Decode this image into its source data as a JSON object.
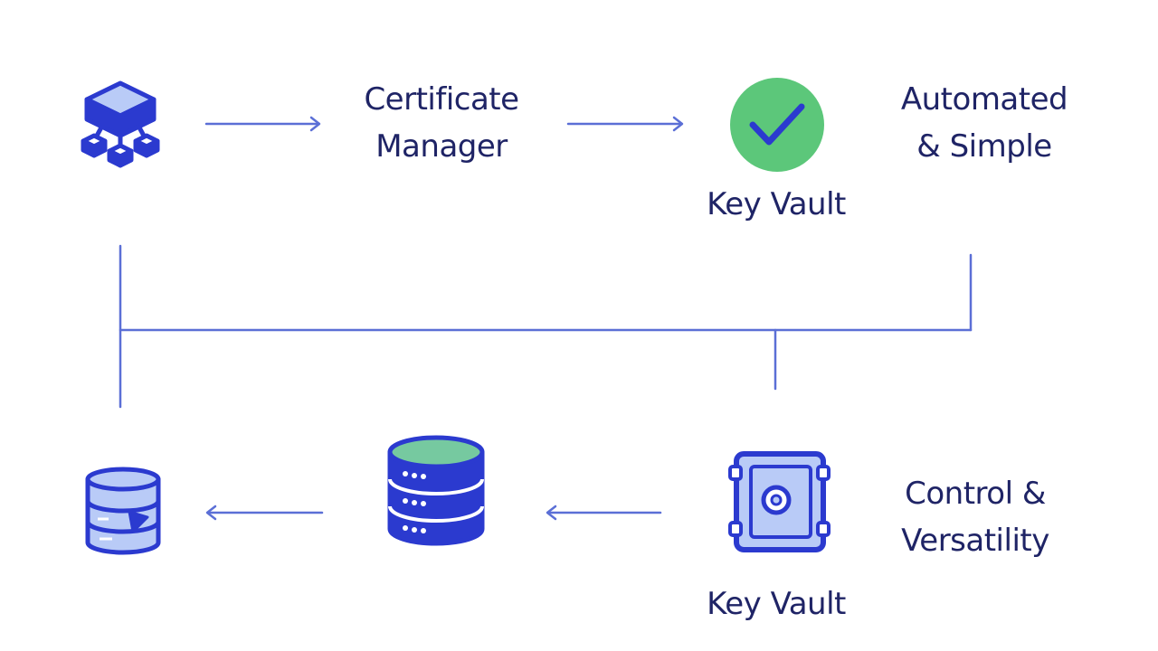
{
  "labels": {
    "certificate_manager": [
      "Certificate",
      "Manager"
    ],
    "key_vault_top": "Key Vault",
    "automated_simple": [
      "Automated",
      "& Simple"
    ],
    "control_versatility": [
      "Control &",
      "Versatility"
    ],
    "key_vault_bottom": "Key Vault"
  },
  "colors": {
    "line": "#5b6fd6",
    "icon_stroke": "#2b3acf",
    "icon_fill_light": "#b9cbf7",
    "check_green": "#5cc77a",
    "db_top_green": "#76c9a0",
    "text": "#1f2466"
  },
  "icons": {
    "source": "cube-network-icon",
    "vault_top": "checkmark-circle-icon",
    "vault_bottom": "safe-icon",
    "storage": "server-stack-icon",
    "target": "database-icon"
  }
}
